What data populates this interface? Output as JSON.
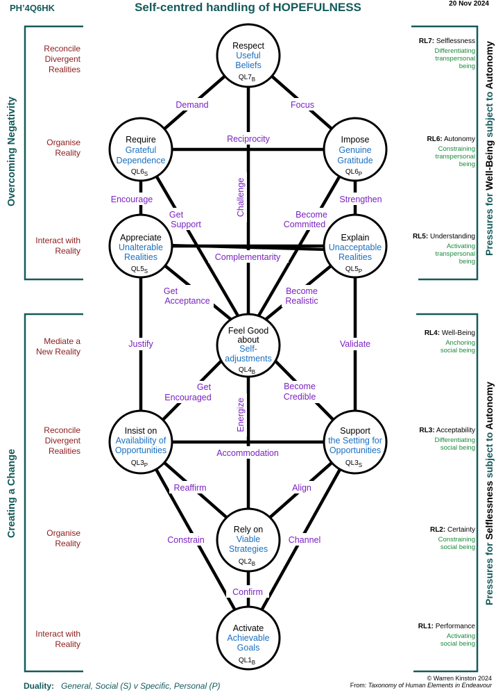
{
  "header": {
    "code": "PH’4Q6HK",
    "title": "Self-centred handling of HOPEFULNESS",
    "date": "20 Nov 2024"
  },
  "left_groups": [
    {
      "label": "Overcoming  Negativity"
    },
    {
      "label": "Creating  a  Change"
    }
  ],
  "left_items": [
    {
      "lines": [
        "Reconcile",
        "Divergent",
        "Realities"
      ]
    },
    {
      "lines": [
        "Organise",
        "Reality"
      ]
    },
    {
      "lines": [
        "Interact with",
        "Reality"
      ]
    },
    {
      "lines": [
        "Mediate a",
        "New Reality"
      ]
    },
    {
      "lines": [
        "Reconcile",
        "Divergent",
        "Realities"
      ]
    },
    {
      "lines": [
        "Organise",
        "Reality"
      ]
    },
    {
      "lines": [
        "Interact with",
        "Reality"
      ]
    }
  ],
  "right_groups": [
    {
      "prefix": "Pressures for",
      "strong": "Well-Being",
      "middle": "subject to",
      "end": "Autonomy"
    },
    {
      "prefix": "Pressures for",
      "strong": "Selflessness",
      "middle": "subject to",
      "end": "Autonomy"
    }
  ],
  "right_levels": [
    {
      "code": "RL7:",
      "name": "Selflessness",
      "sub": [
        "Differentiating",
        "transpersonal",
        "being"
      ]
    },
    {
      "code": "RL6:",
      "name": "Autonomy",
      "sub": [
        "Constraining",
        "transpersonal",
        "being"
      ]
    },
    {
      "code": "RL5:",
      "name": "Understanding",
      "sub": [
        "Activating",
        "transpersonal",
        "being"
      ]
    },
    {
      "code": "RL4:",
      "name": "Well-Being",
      "sub": [
        "Anchoring",
        "social being"
      ]
    },
    {
      "code": "RL3:",
      "name": "Acceptability",
      "sub": [
        "Differentiating",
        "social being"
      ]
    },
    {
      "code": "RL2:",
      "name": "Certainty",
      "sub": [
        "Constraining",
        "social being"
      ]
    },
    {
      "code": "RL1:",
      "name": "Performance",
      "sub": [
        "Activating",
        "social being"
      ]
    }
  ],
  "nodes": [
    {
      "id": "ql7",
      "title": [
        "Respect"
      ],
      "blue": [
        "Useful",
        "Beliefs"
      ],
      "code": "QL7",
      "sub": "B"
    },
    {
      "id": "ql6s",
      "title": [
        "Require"
      ],
      "blue": [
        "Grateful",
        "Dependence"
      ],
      "code": "QL6",
      "sub": "S"
    },
    {
      "id": "ql6p",
      "title": [
        "Impose"
      ],
      "blue": [
        "Genuine",
        "Gratitude"
      ],
      "code": "QL6",
      "sub": "P"
    },
    {
      "id": "ql5s",
      "title": [
        "Appreciate"
      ],
      "blue": [
        "Unalterable",
        "Realities"
      ],
      "code": "QL5",
      "sub": "S"
    },
    {
      "id": "ql5p",
      "title": [
        "Explain"
      ],
      "blue": [
        "Unacceptable",
        "Realities"
      ],
      "code": "QL5",
      "sub": "P"
    },
    {
      "id": "ql4",
      "title": [
        "Feel Good",
        "about"
      ],
      "blue": [
        "Self-",
        "adjustments"
      ],
      "code": "QL4",
      "sub": "B"
    },
    {
      "id": "ql3p",
      "title": [
        "Insist on"
      ],
      "blue": [
        "Availability of",
        "Opportunities"
      ],
      "code": "QL3",
      "sub": "P"
    },
    {
      "id": "ql3s",
      "title": [
        "Support"
      ],
      "blue": [
        "the Setting for",
        "Opportunities"
      ],
      "code": "QL3",
      "sub": "S"
    },
    {
      "id": "ql2",
      "title": [
        "Rely on"
      ],
      "blue": [
        "Viable",
        "Strategies"
      ],
      "code": "QL2",
      "sub": "B"
    },
    {
      "id": "ql1",
      "title": [
        "Activate"
      ],
      "blue": [
        "Achievable",
        "Goals"
      ],
      "code": "QL1",
      "sub": "B"
    }
  ],
  "edge_labels": [
    {
      "lines": [
        "Demand"
      ]
    },
    {
      "lines": [
        "Focus"
      ]
    },
    {
      "lines": [
        "Reciprocity"
      ]
    },
    {
      "lines": [
        "Challenge"
      ]
    },
    {
      "lines": [
        "Encourage"
      ]
    },
    {
      "lines": [
        "Strengthen"
      ]
    },
    {
      "lines": [
        "Get",
        "Support"
      ]
    },
    {
      "lines": [
        "Become",
        "Committed"
      ]
    },
    {
      "lines": [
        "Complementarity"
      ]
    },
    {
      "lines": [
        "Get",
        "Acceptance"
      ]
    },
    {
      "lines": [
        "Become",
        "Realistic"
      ]
    },
    {
      "lines": [
        "Justify"
      ]
    },
    {
      "lines": [
        "Validate"
      ]
    },
    {
      "lines": [
        "Get",
        "Encouraged"
      ]
    },
    {
      "lines": [
        "Become",
        "Credible"
      ]
    },
    {
      "lines": [
        "Energize"
      ]
    },
    {
      "lines": [
        "Accommodation"
      ]
    },
    {
      "lines": [
        "Reaffirm"
      ]
    },
    {
      "lines": [
        "Align"
      ]
    },
    {
      "lines": [
        "Constrain"
      ]
    },
    {
      "lines": [
        "Channel"
      ]
    },
    {
      "lines": [
        "Confirm"
      ]
    }
  ],
  "footer": {
    "duality_label": "Duality:",
    "duality_text": "General, Social (S)  v  Specific, Personal (P)",
    "copyright": "© Warren Kinston  2024",
    "from_prefix": "From: ",
    "from_title": "Taxonomy of Human Elements in Endeavour"
  },
  "colors": {
    "teal": "#145a5a",
    "darkred": "#8b1a1a",
    "purple": "#7a22c0",
    "blue": "#1a6fc0",
    "green": "#1a8a3a"
  }
}
